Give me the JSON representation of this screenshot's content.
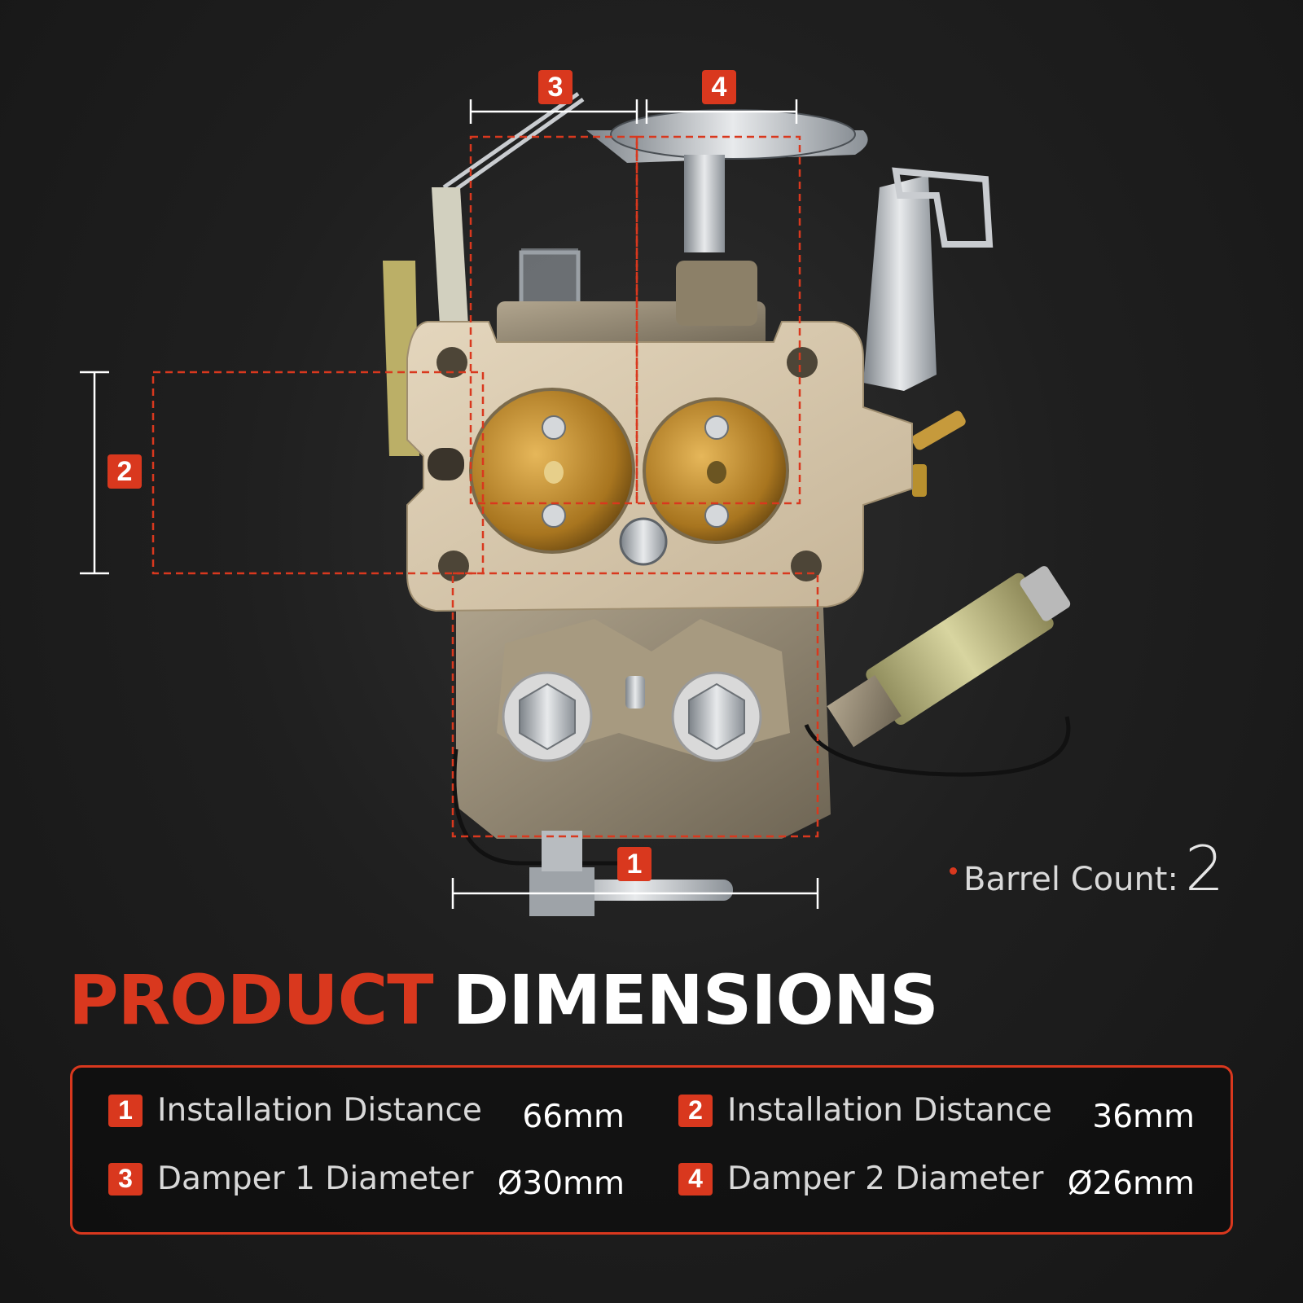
{
  "colors": {
    "accent": "#d9381e",
    "text": "#ffffff",
    "muted": "#d8d8d8",
    "background": "#1c1c1c"
  },
  "figure": {
    "markers": [
      {
        "number": "1"
      },
      {
        "number": "2"
      },
      {
        "number": "3"
      },
      {
        "number": "4"
      }
    ]
  },
  "barrel": {
    "label": "Barrel Count:",
    "value": "2"
  },
  "title": {
    "part1": "PRODUCT",
    "part2": "DIMENSIONS"
  },
  "specs": [
    {
      "number": "1",
      "label": "Installation Distance",
      "value": "66mm"
    },
    {
      "number": "2",
      "label": "Installation Distance",
      "value": "36mm"
    },
    {
      "number": "3",
      "label": "Damper 1 Diameter",
      "value": "Ø30mm"
    },
    {
      "number": "4",
      "label": "Damper 2 Diameter",
      "value": "Ø26mm"
    }
  ]
}
